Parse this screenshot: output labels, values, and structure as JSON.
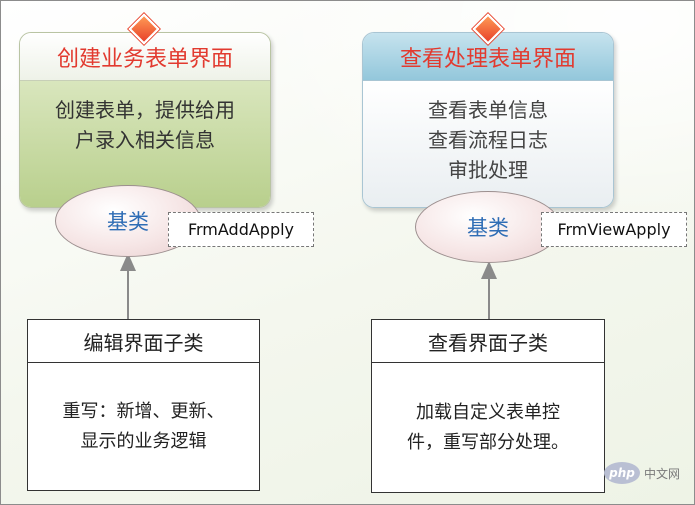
{
  "left_module": {
    "title": "创建业务表单界面",
    "body_lines": [
      "创建表单，提供给用",
      "户录入相关信息"
    ],
    "base_label": "基类",
    "class_tag": "FrmAddApply",
    "subclass": {
      "title": "编辑界面子类",
      "body_lines": [
        "重写：新增、更新、",
        "显示的业务逻辑"
      ]
    }
  },
  "right_module": {
    "title": "查看处理表单界面",
    "body_lines": [
      "查看表单信息",
      "查看流程日志",
      "审批处理"
    ],
    "base_label": "基类",
    "class_tag": "FrmViewApply",
    "subclass": {
      "title": "查看界面子类",
      "body_lines": [
        "加载自定义表单控",
        "件，重写部分处理。"
      ]
    }
  },
  "watermark": {
    "badge": "php",
    "text": "中文网"
  },
  "colors": {
    "title_red": "#e23a2f",
    "base_blue": "#2f6db5",
    "left_card_green": "#b8cf8c",
    "right_card_blue": "#93c7db",
    "diamond_orange": "#e8412a"
  }
}
